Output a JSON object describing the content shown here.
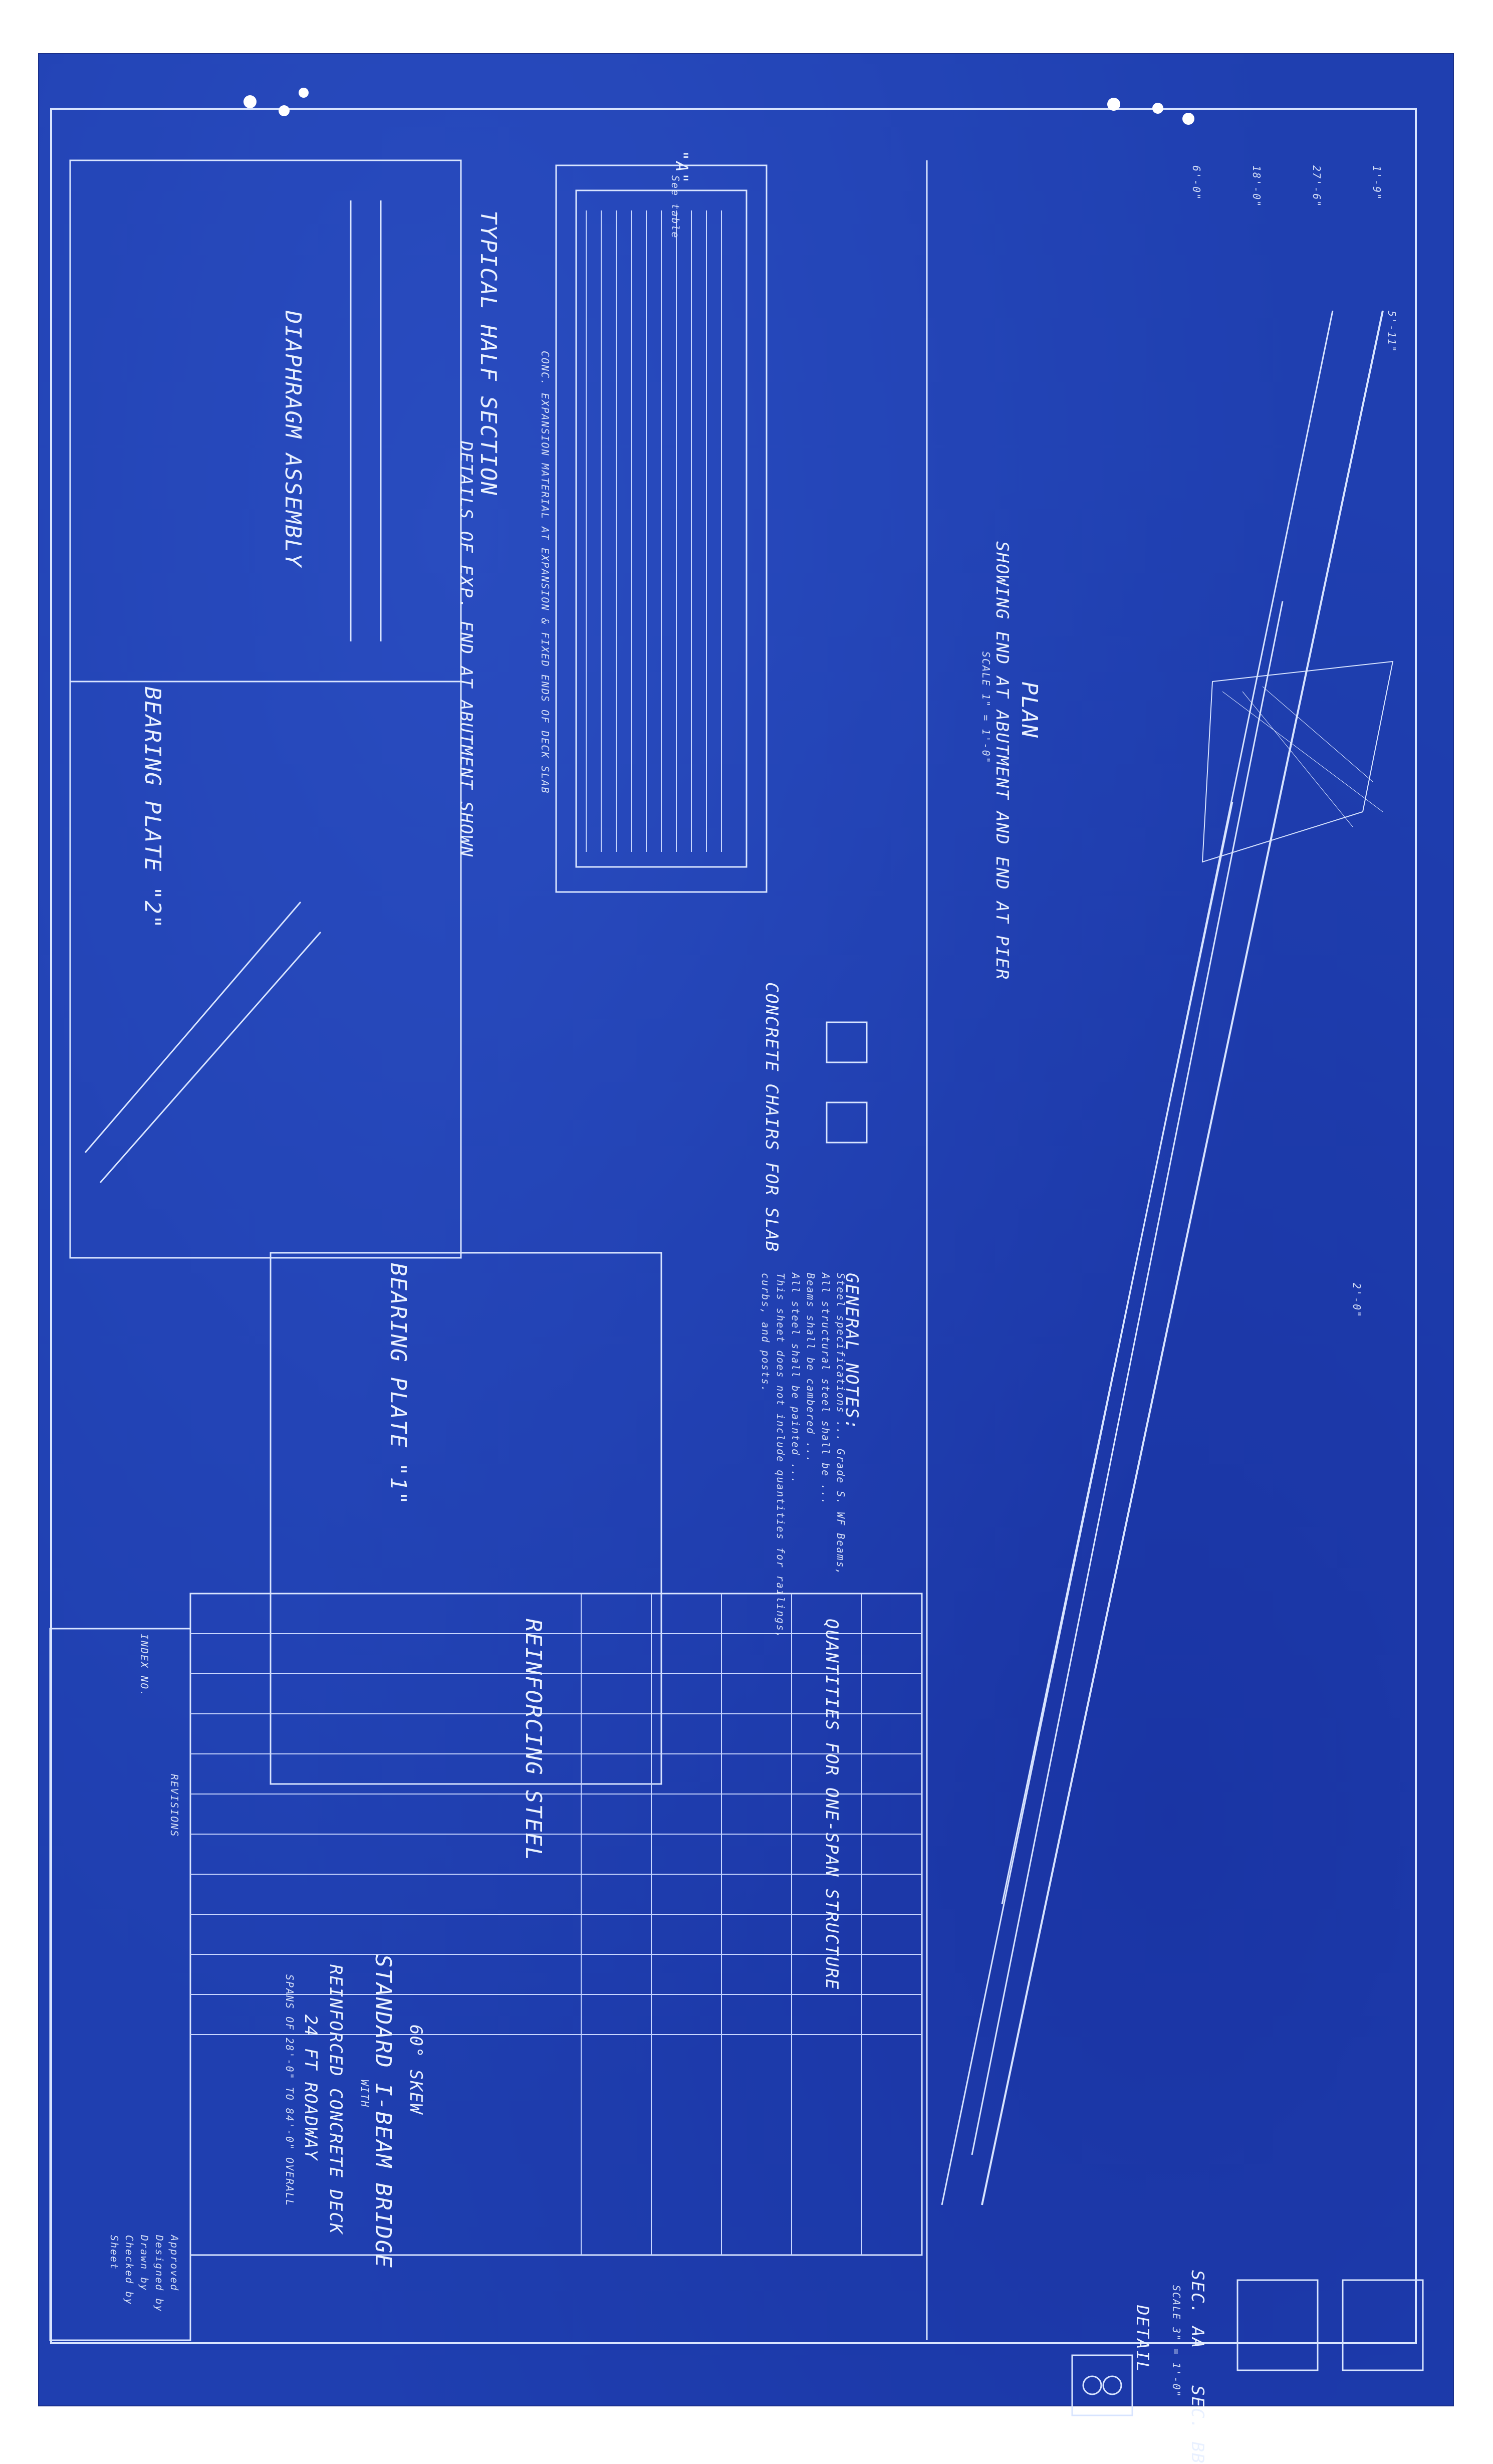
{
  "sheet": {
    "titles": {
      "plan": "PLAN",
      "plan_sub": "SHOWING END AT ABUTMENT AND END AT PIER",
      "typical_half_section": "TYPICAL HALF SECTION",
      "details_of_exp_end": "DETAILS OF EXP. END AT ABUTMENT SHOWN",
      "diaphragm_assembly": "DIAPHRAGM ASSEMBLY",
      "bearing_plate_2": "BEARING PLATE \"2\"",
      "bearing_plate_1": "BEARING PLATE \"1\"",
      "concrete_chairs": "CONCRETE CHAIRS FOR SLAB",
      "general_notes": "GENERAL NOTES:",
      "quantities": "QUANTITIES FOR ONE-SPAN STRUCTURE",
      "reinforcing_steel": "REINFORCING STEEL",
      "sec_aa": "SEC. AA",
      "sec_bb": "SEC. BB",
      "detail": "DETAIL",
      "see_table": "See table",
      "section_mark": "\"A\""
    },
    "dimensions": {
      "d1": "27'-6\"",
      "d2": "18'-0\"",
      "d3": "6'-0\"",
      "d4": "1'-9\"",
      "d5": "5'-11\"",
      "d6": "2'-0\""
    },
    "notes": {
      "plan_scale": "SCALE 1\" = 1'-0\"",
      "detail_scale": "SCALE 3\" = 1'-0\"",
      "general_notes_lines": [
        "Steel specifications ... Grade S. WF Beams,",
        "All structural steel shall be ...",
        "Beams shall be cambered ...",
        "All steel shall be painted ...",
        "This sheet does not include quantities for railings,",
        "curbs, and posts."
      ],
      "section_note": "CONC. EXPANSION MATERIAL AT EXPANSION & FIXED ENDS OF DECK SLAB"
    },
    "title_block": {
      "bridge_title": "STANDARD I-BEAM BRIDGE",
      "with": "WITH",
      "deck": "REINFORCED CONCRETE DECK",
      "roadway": "24 FT ROADWAY",
      "skew": "60° SKEW",
      "spans": "SPANS OF 28'-0\" TO 84'-0\" OVERALL",
      "revisions": "REVISIONS",
      "approved": "Approved",
      "designed_by": "Designed by",
      "drawn_by": "Drawn by",
      "checked_by": "Checked by",
      "sheet": "Sheet",
      "index": "INDEX NO."
    }
  }
}
